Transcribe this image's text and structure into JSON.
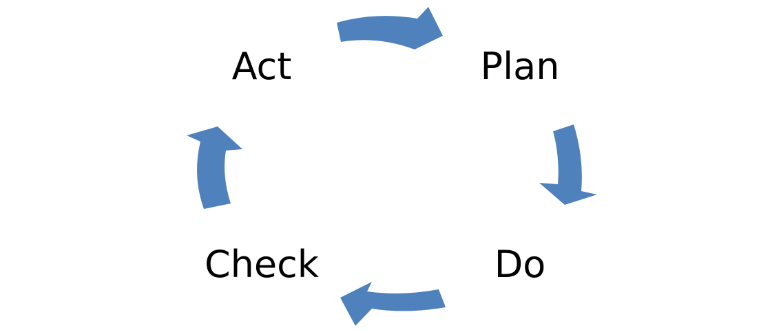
{
  "diagram": {
    "stages": {
      "act": "Act",
      "plan": "Plan",
      "do": "Do",
      "check": "Check"
    },
    "arrow_color": "#4F81BD",
    "text_color": "#000000",
    "flow": [
      "plan",
      "do",
      "check",
      "act"
    ]
  }
}
